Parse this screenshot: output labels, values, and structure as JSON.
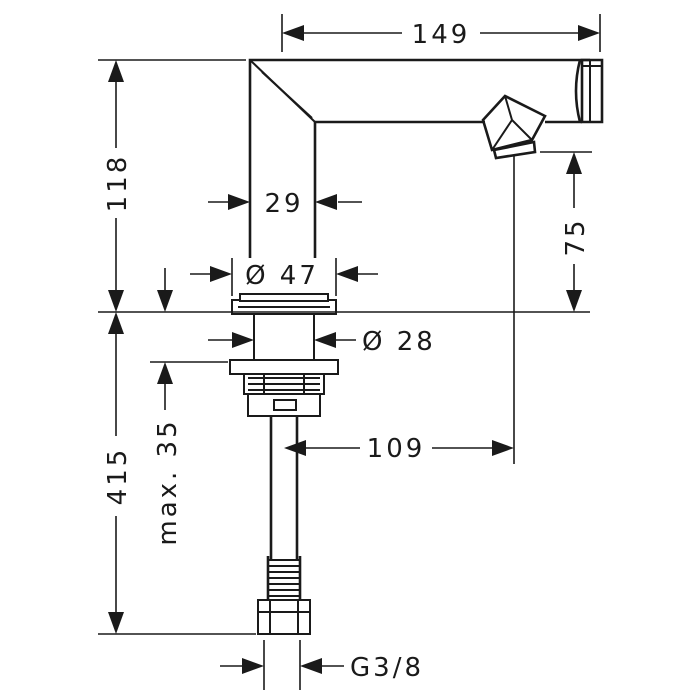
{
  "dimensions": {
    "width_total": "149",
    "spout_width": "29",
    "body_diameter": "Ø 47",
    "shank_diameter": "Ø 28",
    "height_above_deck": "118",
    "spout_height": "75",
    "length_below_deck": "415",
    "max_thickness": "max. 35",
    "reach": "109",
    "connection_thread": "G3/8"
  },
  "colors": {
    "line": "#1a1a1a",
    "background": "#ffffff"
  }
}
